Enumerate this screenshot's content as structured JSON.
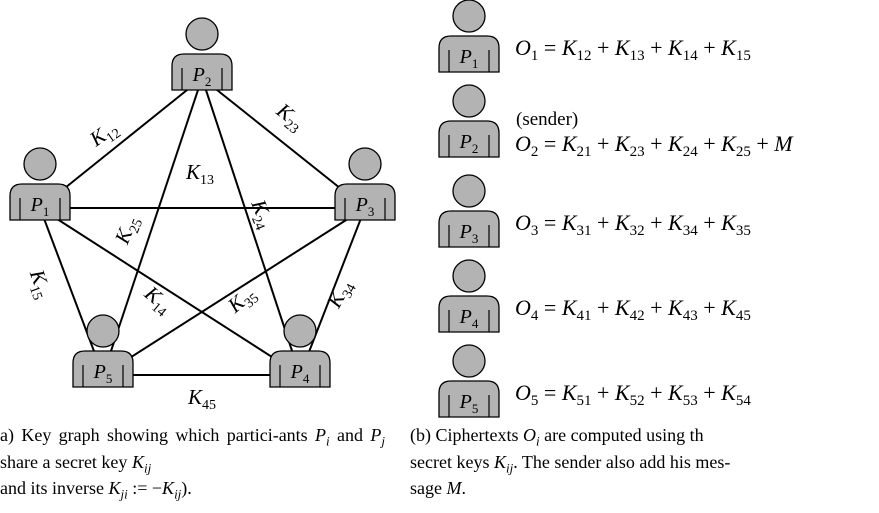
{
  "colors": {
    "person_fill": "#b3b3b3",
    "stroke": "#000000",
    "background": "#ffffff"
  },
  "graph": {
    "nodes": [
      {
        "id": "P1",
        "label": "P",
        "sub": "1"
      },
      {
        "id": "P2",
        "label": "P",
        "sub": "2"
      },
      {
        "id": "P3",
        "label": "P",
        "sub": "3"
      },
      {
        "id": "P4",
        "label": "P",
        "sub": "4"
      },
      {
        "id": "P5",
        "label": "P",
        "sub": "5"
      }
    ],
    "edges": [
      {
        "from": "P1",
        "to": "P2",
        "label": "K",
        "sub": "12"
      },
      {
        "from": "P2",
        "to": "P3",
        "label": "K",
        "sub": "23"
      },
      {
        "from": "P1",
        "to": "P3",
        "label": "K",
        "sub": "13"
      },
      {
        "from": "P2",
        "to": "P5",
        "label": "K",
        "sub": "25"
      },
      {
        "from": "P2",
        "to": "P4",
        "label": "K",
        "sub": "24"
      },
      {
        "from": "P1",
        "to": "P5",
        "label": "K",
        "sub": "15"
      },
      {
        "from": "P3",
        "to": "P4",
        "label": "K",
        "sub": "34"
      },
      {
        "from": "P1",
        "to": "P4",
        "label": "K",
        "sub": "14"
      },
      {
        "from": "P3",
        "to": "P5",
        "label": "K",
        "sub": "35"
      },
      {
        "from": "P5",
        "to": "P4",
        "label": "K",
        "sub": "45"
      }
    ]
  },
  "ciphertexts": [
    {
      "person": {
        "label": "P",
        "sub": "1"
      },
      "note": "",
      "equation": [
        "O",
        "1",
        " = ",
        "K",
        "12",
        " + ",
        "K",
        "13",
        " + ",
        "K",
        "14",
        " + ",
        "K",
        "15"
      ]
    },
    {
      "person": {
        "label": "P",
        "sub": "2"
      },
      "note": "(sender)",
      "equation": [
        "O",
        "2",
        " = ",
        "K",
        "21",
        " + ",
        "K",
        "23",
        " + ",
        "K",
        "24",
        " + ",
        "K",
        "25",
        " + ",
        "M",
        ""
      ]
    },
    {
      "person": {
        "label": "P",
        "sub": "3"
      },
      "note": "",
      "equation": [
        "O",
        "3",
        " = ",
        "K",
        "31",
        " + ",
        "K",
        "32",
        " + ",
        "K",
        "34",
        " + ",
        "K",
        "35"
      ]
    },
    {
      "person": {
        "label": "P",
        "sub": "4"
      },
      "note": "",
      "equation": [
        "O",
        "4",
        " = ",
        "K",
        "41",
        " + ",
        "K",
        "42",
        " + ",
        "K",
        "43",
        " + ",
        "K",
        "45"
      ]
    },
    {
      "person": {
        "label": "P",
        "sub": "5"
      },
      "note": "",
      "equation": [
        "O",
        "5",
        " = ",
        "K",
        "51",
        " + ",
        "K",
        "52",
        " + ",
        "K",
        "53",
        " + ",
        "K",
        "54"
      ]
    }
  ],
  "captions": {
    "a": [
      {
        "t": "a) Key graph showing which partici-"
      },
      {
        "t": "ants "
      },
      {
        "i": "P"
      },
      {
        "s": "i"
      },
      {
        "t": " and "
      },
      {
        "i": "P"
      },
      {
        "s": "j"
      },
      {
        "t": " share a secret key "
      },
      {
        "i": "K"
      },
      {
        "s": "ij"
      },
      {
        "br": true
      },
      {
        "t": "and its inverse "
      },
      {
        "i": "K"
      },
      {
        "s": "ji"
      },
      {
        "t": " := −"
      },
      {
        "i": "K"
      },
      {
        "s": "ij"
      },
      {
        "t": ")."
      }
    ],
    "b": [
      {
        "t": "(b) Ciphertexts "
      },
      {
        "i": "O"
      },
      {
        "s": "i"
      },
      {
        "t": " are computed using th"
      },
      {
        "br": true
      },
      {
        "t": "secret keys "
      },
      {
        "i": "K"
      },
      {
        "s": "ij"
      },
      {
        "t": ". The sender also add his mes-"
      },
      {
        "br": true
      },
      {
        "t": "sage "
      },
      {
        "i": "M"
      },
      {
        "t": "."
      }
    ]
  }
}
